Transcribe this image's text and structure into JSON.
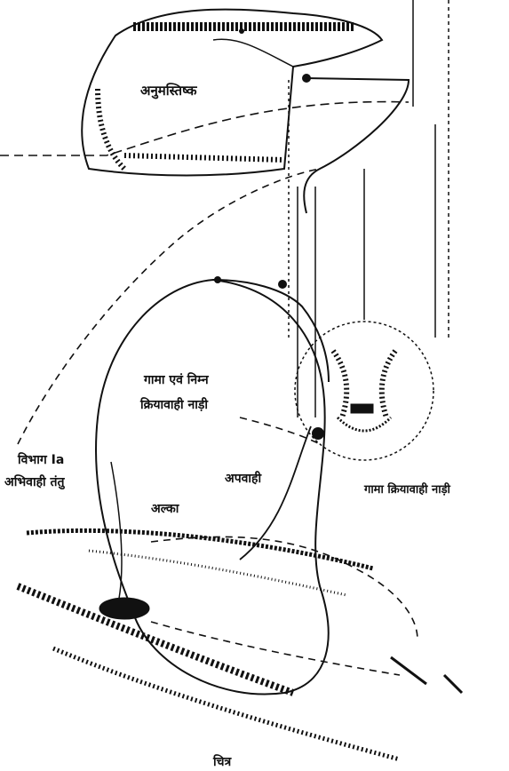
{
  "labels": {
    "cerebellum": "अनुमस्तिष्क",
    "gamma_lower_motor": "गामा एवं निम्न",
    "gamma_lower_motor_2": "क्रियावाही नाड़ी",
    "group_1a_line1": "विभाग Ia",
    "group_1a_line2": "अभिवाही तंतु",
    "efferent": "अपवाही",
    "alka": "अल्का",
    "gamma_motor_nerve": "गामा क्रियावाही नाड़ी",
    "bottom_caption": "चित्र"
  },
  "colors": {
    "ink": "#111111",
    "paper": "#ffffff"
  }
}
